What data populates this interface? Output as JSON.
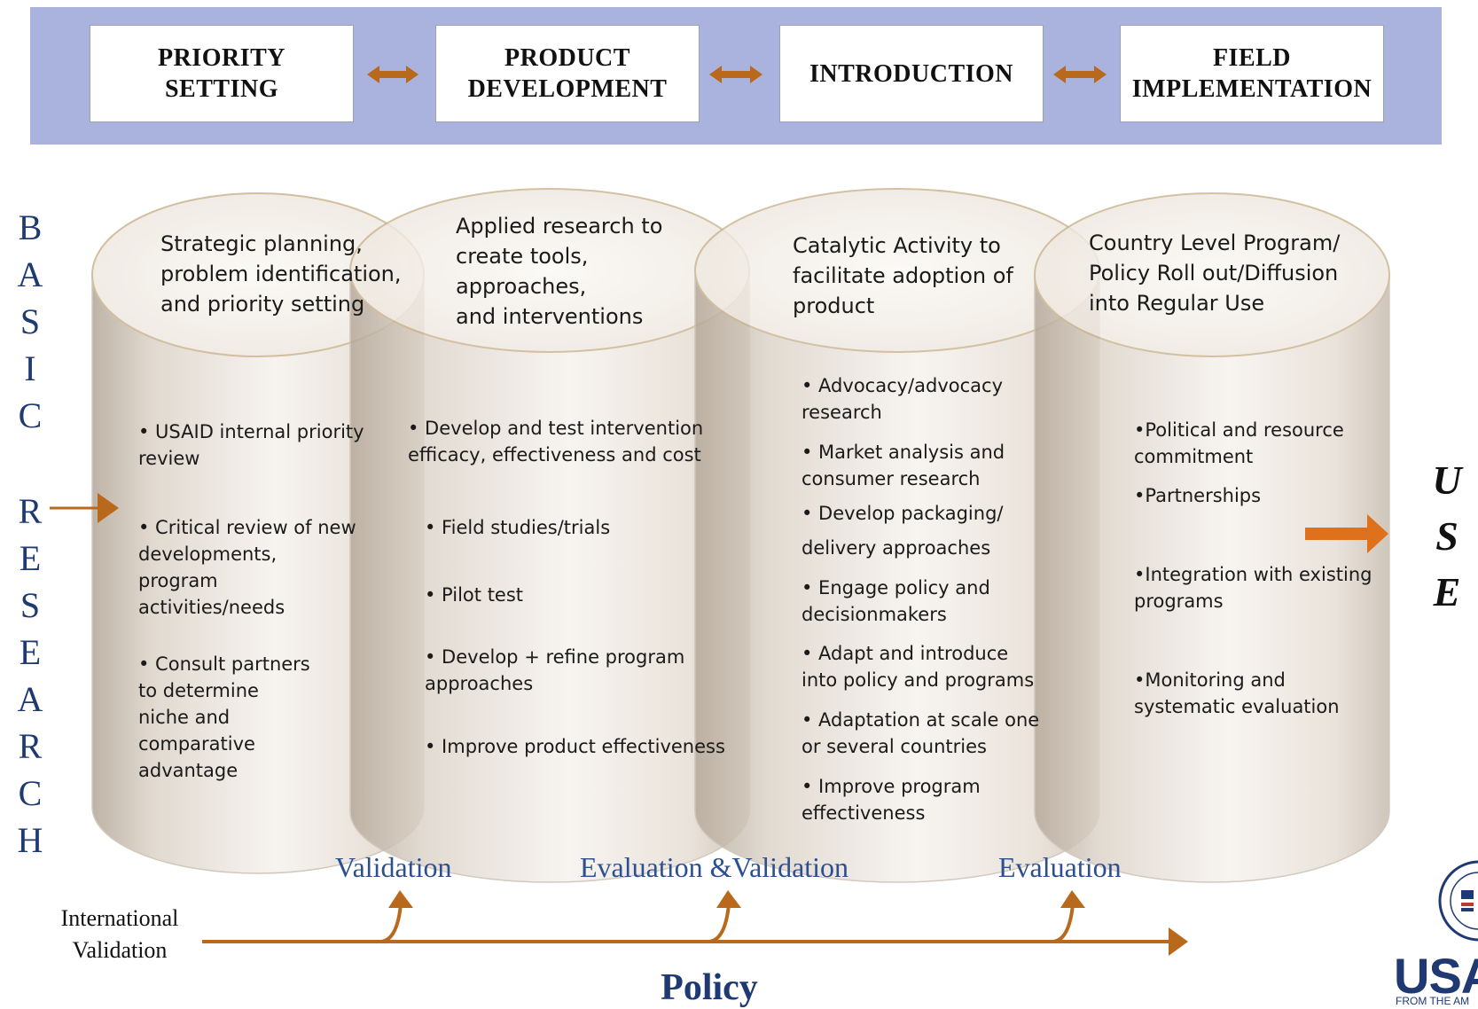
{
  "stages": [
    {
      "label": "PRIORITY\nSETTING"
    },
    {
      "label": "PRODUCT\nDEVELOPMENT"
    },
    {
      "label": "INTRODUCTION"
    },
    {
      "label": "FIELD\nIMPLEMENTATION"
    }
  ],
  "left_vertical_top": "BASIC",
  "left_vertical_bottom": "RESEARCH",
  "right_vertical": "USE",
  "cylinders": [
    {
      "caption": "Strategic planning,\nproblem identification,\nand priority setting",
      "items": [
        "• USAID internal priority\nreview",
        "• Critical review of new\ndevelopments,\nprogram\nactivities/needs",
        "• Consult partners\nto determine\nniche and\ncomparative\nadvantage"
      ]
    },
    {
      "caption": "Applied  research to\ncreate tools,\napproaches,\nand interventions",
      "items": [
        "• Develop and test intervention\nefficacy, effectiveness and cost",
        "• Field studies/trials",
        "• Pilot  test",
        "• Develop + refine program\napproaches",
        "• Improve product effectiveness"
      ]
    },
    {
      "caption": "Catalytic Activity to\nfacilitate adoption of\nproduct",
      "items": [
        "• Advocacy/advocacy\nresearch",
        "• Market analysis and\nconsumer research",
        "• Develop  packaging/",
        "delivery approaches",
        "• Engage policy and\ndecisionmakers",
        "• Adapt and introduce\ninto policy and programs",
        "• Adaptation at scale one\nor several countries",
        "• Improve program\neffectiveness"
      ]
    },
    {
      "caption": "Country Level Program/\nPolicy Roll out/Diffusion\ninto Regular Use",
      "items": [
        "•Political and resource\ncommitment",
        "•Partnerships",
        "•Integration with existing\nprograms",
        "•Monitoring and\nsystematic evaluation"
      ]
    }
  ],
  "bottom_labels": [
    "Validation",
    "Evaluation &Validation",
    "Evaluation"
  ],
  "international_validation": "International\nValidation",
  "policy_label": "Policy",
  "logo": {
    "text": "USA",
    "subtext": "FROM THE AM"
  },
  "colors": {
    "band": "#aab3de",
    "arrow": "#b8691c",
    "use_arrow": "#e0711c",
    "blue_text": "#2c4f92",
    "cylinder": "#d9cfc4"
  }
}
